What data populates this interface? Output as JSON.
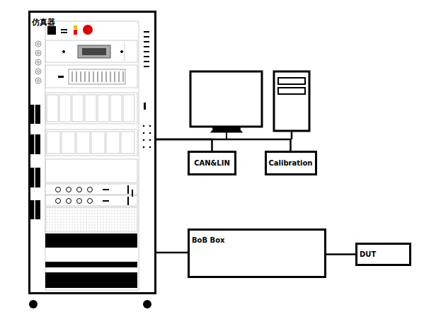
{
  "diagram": {
    "nodes": [
      {
        "text": [
          "仿真器"
        ]
      },
      {
        "text": [
          "CAN&LIN"
        ]
      },
      {
        "text": [
          "Calibration"
        ]
      },
      {
        "text": [
          "BoB Box"
        ]
      },
      {
        "text": [
          "DUT"
        ]
      }
    ],
    "edges": [
      {
        "from": 0,
        "to": 1,
        "arrow": "none"
      },
      {
        "from": 0,
        "to": 2,
        "arrow": "none"
      },
      {
        "from": 0,
        "to": 3,
        "arrow": "none"
      },
      {
        "from": 3,
        "to": 4,
        "arrow": "none"
      }
    ]
  }
}
